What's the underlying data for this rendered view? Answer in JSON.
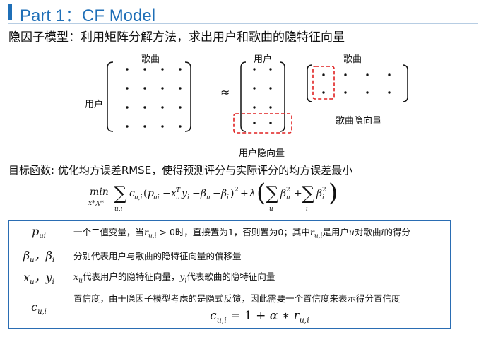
{
  "header": {
    "title": "Part 1：CF Model"
  },
  "intro": "隐因子模型：利用矩阵分解方法，求出用户和歌曲的隐特征向量",
  "figure": {
    "songs_label_top": "歌曲",
    "users_label_left": "用户",
    "approx": "≈",
    "users_label_mid": "用户",
    "songs_label_right": "歌曲",
    "user_vector_label": "用户隐向量",
    "song_vector_label": "歌曲隐向量"
  },
  "objective": {
    "label": "目标函数: 优化均方误差RMSE，使得预测评分与实际评分的均方误差最小",
    "formula": "min_{x*,y*} Σ_{u,i} c_{u,i}(p_{ui} − x_u^T y_i − β_u − β_i)² + λ(Σ_u β_u² + Σ_i β_i²)"
  },
  "table": {
    "rows": [
      {
        "symbol": "p_ui",
        "desc": "一个二值变量，当r_{u,i} > 0时，直接置为1，否则置为0；其中r_{u,i}是用户u对歌曲i的得分"
      },
      {
        "symbol": "β_u，β_i",
        "desc": "分别代表用户与歌曲的隐特征向量的偏移量"
      },
      {
        "symbol": "x_u，y_i",
        "desc": "x_u代表用户的隐特征向量，y_i代表歌曲的隐特征向量"
      },
      {
        "symbol": "c_{u,i}",
        "desc": "置信度，由于隐因子模型考虑的是隐式反馈，因此需要一个置信度来表示得分置信度",
        "formula": "c_{u,i} = 1 + α ∗ r_{u,i}"
      }
    ]
  },
  "colors": {
    "accent": "#1f6fb7",
    "table_border": "#2a6db3",
    "highlight": "#e02020"
  }
}
